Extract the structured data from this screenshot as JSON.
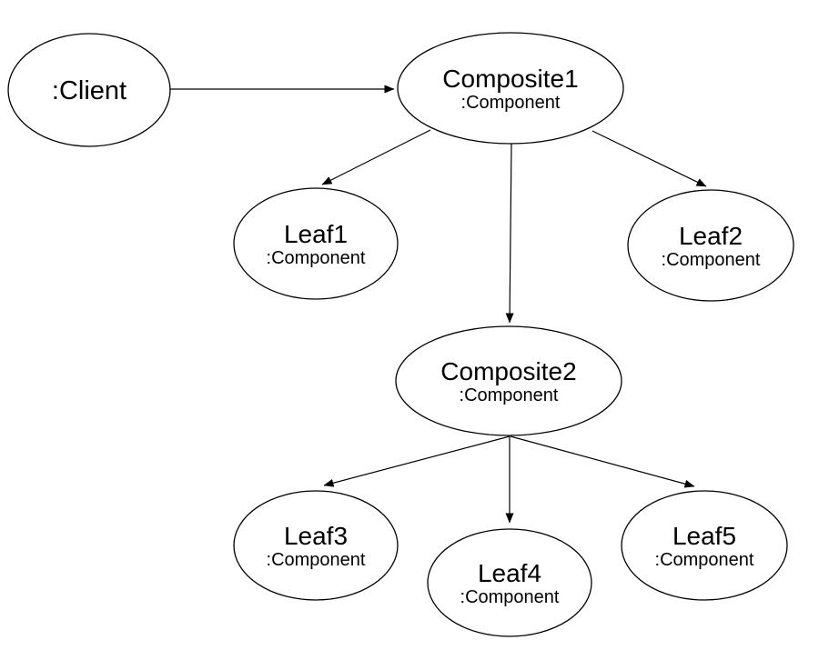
{
  "diagram": {
    "type": "object-diagram",
    "background_color": "#ffffff",
    "line_color": "#000000",
    "text_color": "#000000",
    "node_shape": "ellipse",
    "nodes": {
      "client": {
        "label": ":Client"
      },
      "composite1": {
        "label": "Composite1",
        "sublabel": ":Component"
      },
      "leaf1": {
        "label": "Leaf1",
        "sublabel": ":Component"
      },
      "leaf2": {
        "label": "Leaf2",
        "sublabel": ":Component"
      },
      "composite2": {
        "label": "Composite2",
        "sublabel": ":Component"
      },
      "leaf3": {
        "label": "Leaf3",
        "sublabel": ":Component"
      },
      "leaf4": {
        "label": "Leaf4",
        "sublabel": ":Component"
      },
      "leaf5": {
        "label": "Leaf5",
        "sublabel": ":Component"
      }
    },
    "edges": [
      {
        "from": "client",
        "to": "composite1",
        "style": "arrow"
      },
      {
        "from": "composite1",
        "to": "leaf1",
        "style": "arrow"
      },
      {
        "from": "composite1",
        "to": "composite2",
        "style": "arrow"
      },
      {
        "from": "composite1",
        "to": "leaf2",
        "style": "arrow"
      },
      {
        "from": "composite2",
        "to": "leaf3",
        "style": "arrow"
      },
      {
        "from": "composite2",
        "to": "leaf4",
        "style": "arrow"
      },
      {
        "from": "composite2",
        "to": "leaf5",
        "style": "arrow"
      }
    ]
  }
}
